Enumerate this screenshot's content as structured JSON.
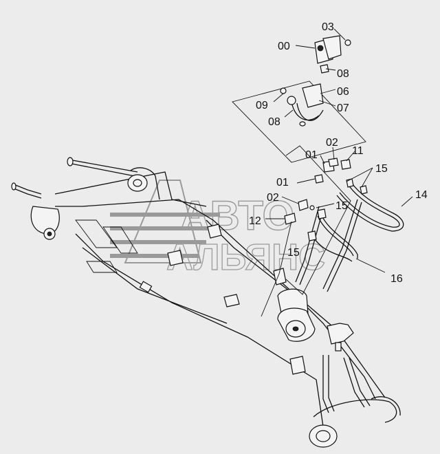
{
  "watermark": {
    "line1": "АВТО",
    "line2": "АЛЬЯНС"
  },
  "callouts": {
    "c00": "00",
    "c03": "03",
    "c08a": "08",
    "c06": "06",
    "c09": "09",
    "c07": "07",
    "c08b": "08",
    "c01a": "01",
    "c02a": "02",
    "c11": "11",
    "c15a": "15",
    "c14": "14",
    "c01b": "01",
    "c02b": "02",
    "c15b": "15",
    "c12": "12",
    "c15c": "15",
    "c16": "16"
  }
}
